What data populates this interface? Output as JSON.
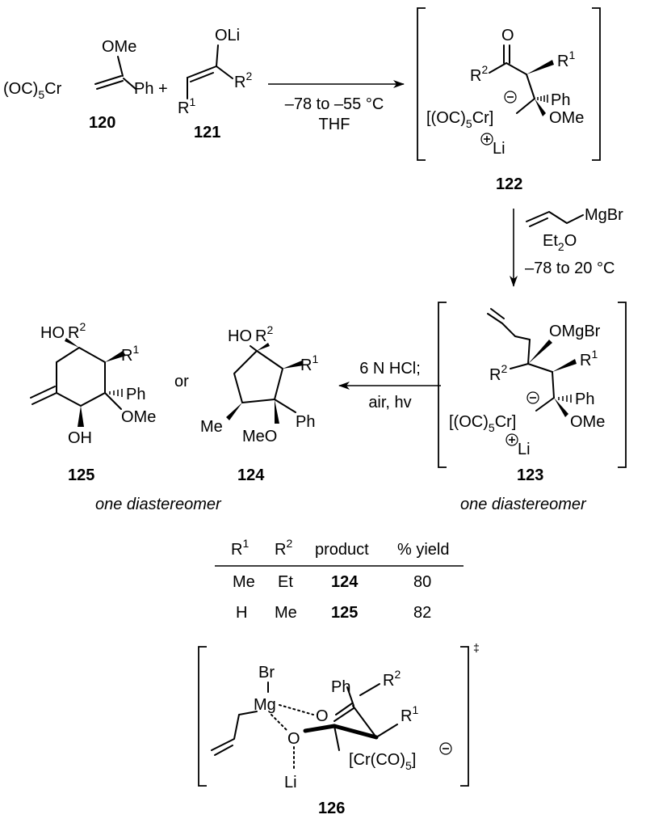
{
  "compounds": {
    "c120": {
      "number": "120",
      "ome": "OMe",
      "left": "(OC)",
      "sub5": "5",
      "cr": "Cr",
      "ph": "Ph"
    },
    "plus": "+",
    "c121": {
      "number": "121",
      "oli": "OLi",
      "r": "R",
      "r1sup": "1",
      "r2sup": "2"
    },
    "c122": {
      "number": "122",
      "o": "O",
      "r": "R",
      "r1sup": "1",
      "r2sup": "2",
      "ph": "Ph",
      "ome": "OMe",
      "crLeft": "[(OC)",
      "sub5": "5",
      "crRight": "Cr]",
      "li": "Li"
    },
    "c123": {
      "number": "123",
      "ombgr": "OMgBr",
      "r": "R",
      "r1sup": "1",
      "r2sup": "2",
      "ph": "Ph",
      "ome": "OMe",
      "crLeft": "[(OC)",
      "sub5": "5",
      "crRight": "Cr]",
      "li": "Li"
    },
    "c124": {
      "number": "124",
      "ho": "HO",
      "r": "R",
      "r1sup": "1",
      "r2sup": "2",
      "me": "Me",
      "meo": "MeO",
      "ph": "Ph"
    },
    "c125": {
      "number": "125",
      "ho": "HO",
      "r": "R",
      "r1sup": "1",
      "r2sup": "2",
      "ph": "Ph",
      "ome": "OMe",
      "oh": "OH"
    },
    "or": "or",
    "diastereomerLeft": "one diastereomer",
    "diastereomerRight": "one diastereomer",
    "c126": {
      "number": "126",
      "br": "Br",
      "mg": "Mg",
      "o": "O",
      "li": "Li",
      "ph": "Ph",
      "r": "R",
      "r1sup": "1",
      "r2sup": "2",
      "crLeft": "[Cr(CO)",
      "sub5": "5",
      "crRight": "]",
      "dagger": "‡"
    }
  },
  "arrows": {
    "step1": {
      "line1": "–78 to –55 °C",
      "line2": "THF"
    },
    "step2": {
      "reagent": "MgBr",
      "solventA": "Et",
      "solventSub": "2",
      "solventB": "O",
      "temp": "–78 to 20 °C"
    },
    "step3": {
      "line1": "6 N HCl;",
      "line2": "air, hv"
    }
  },
  "table": {
    "headers": [
      {
        "base": "R",
        "sup": "1"
      },
      {
        "base": "R",
        "sup": "2"
      },
      {
        "base": "product",
        "sup": ""
      },
      {
        "base": "% yield",
        "sup": ""
      }
    ],
    "rows": [
      {
        "r1": "Me",
        "r2": "Et",
        "product": "124",
        "yield": "80"
      },
      {
        "r1": "H",
        "r2": "Me",
        "product": "125",
        "yield": "82"
      }
    ]
  }
}
